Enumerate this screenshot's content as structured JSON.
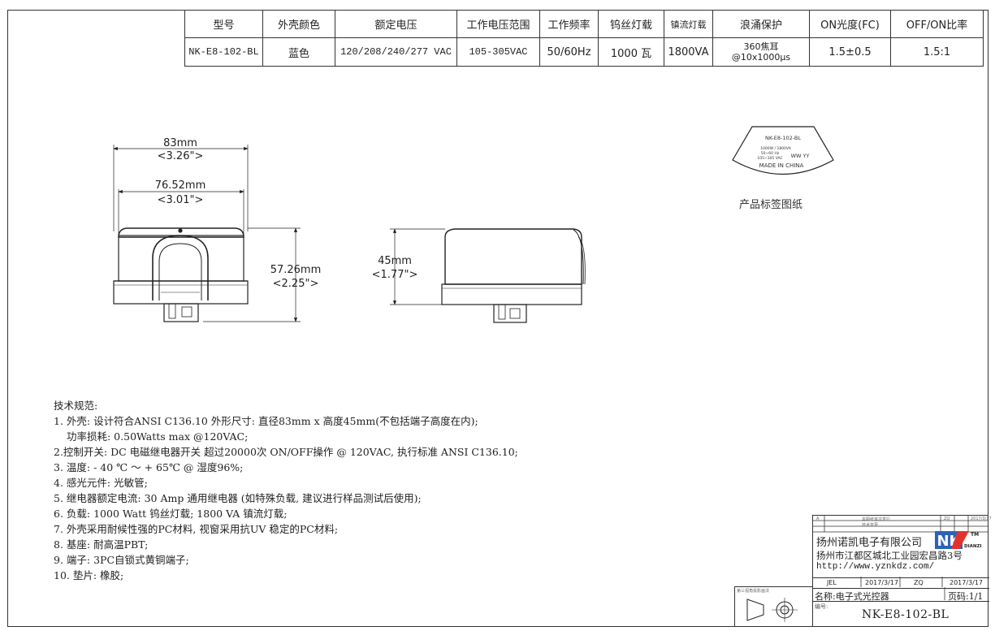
{
  "spec_table": {
    "headers": [
      "型号",
      "外壳颜色",
      "额定电压",
      "工作电压范围",
      "工作频率",
      "钨丝灯载",
      "镇流灯载",
      "浪涌保护",
      "ON光度(FC)",
      "OFF/ON比率"
    ],
    "values": {
      "model": "NK-E8-102-BL",
      "color": "蓝色",
      "voltage": "120/208/240/277 VAC",
      "range": "105-305VAC",
      "freq": "50/60Hz",
      "tungsten": "1000 瓦",
      "ballast": "1800VA",
      "surge_line1": "360焦耳",
      "surge_line2": "@10x1000μs",
      "on_fc": "1.5±0.5",
      "ratio": "1.5:1"
    }
  },
  "drawing": {
    "top_width_mm": "83mm",
    "top_width_in": "<3.26\">",
    "inner_width_mm": "76.52mm",
    "inner_width_in": "<3.01\">",
    "height_total_mm": "57.26mm",
    "height_total_in": "<2.25\">",
    "height_body_mm": "45mm",
    "height_body_in": "<1.77\">"
  },
  "label": {
    "model": "NK-E8-102-BL",
    "rating1": "1000W / 1800VA",
    "rating2": "50~60 Hz",
    "rating3": "105~305 VAC",
    "wwyy": "WW YY",
    "origin": "MADE IN CHINA",
    "caption": "产品标签图纸"
  },
  "notes": {
    "title": "技术规范:",
    "lines": [
      "1. 外壳: 设计符合ANSI C136.10  外形尺寸:  直径83mm x 高度45mm(不包括端子高度在内);",
      "   功率损耗: 0.50Watts max @120VAC;",
      "2.控制开关: DC 电磁继电器开关 超过20000次 ON/OFF操作 @ 120VAC, 执行标准 ANSI C136.10;",
      "3. 温度: - 40 ℃  ～ + 65℃ @ 湿度96%;",
      "4. 感光元件: 光敏管;",
      "5.  继电器额定电流: 30 Amp 通用继电器 (如特殊负载, 建议进行样品测试后使用);",
      "6.   负载: 1000 Watt 钨丝灯载;  1800 VA 镇流灯载;",
      "7.  外壳采用耐候性强的PC材料, 视窗采用抗UV  稳定的PC材料;",
      "8.  基座:  耐高温PBT;",
      "9.   端子: 3PC自锁式黄铜端子;",
      "10. 垫片: 橡胶;"
    ]
  },
  "title_block": {
    "rev_letter": "A",
    "rev_desc": "本图纸首次发行",
    "rev_desc2": "技术变更",
    "rev_by": "ZQ",
    "rev_date": "2017/3/17",
    "company": "扬州诺凯电子有限公司",
    "logo_text": "NK",
    "logo_tm": "TM",
    "logo_sub": "DIANZI",
    "address": "扬州市江都区城北工业园宏昌路3号",
    "url": "http://www.yznkdz.com/",
    "drawn_by": "JEL",
    "drawn_date": "2017/3/17",
    "checked_by": "ZQ",
    "checked_date": "2017/3/17",
    "name_label": "名称:",
    "name_value": "电子式光控器",
    "page_label": "页码:",
    "page_value": "1/1",
    "partno_label": "编号:",
    "partno_value": "NK-E8-102-BL",
    "projection_label": "第三视角投影画法"
  }
}
